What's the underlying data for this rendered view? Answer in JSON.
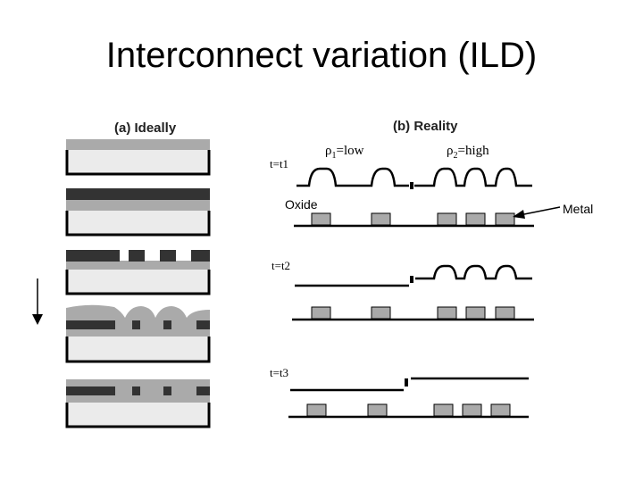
{
  "slide": {
    "title": "Interconnect variation (ILD)"
  },
  "panel_a": {
    "heading": "(a) Ideally"
  },
  "panel_b": {
    "heading": "(b) Reality",
    "rho1_symbol": "ρ",
    "rho1_sub": "1",
    "rho1_value": "=low",
    "rho2_symbol": "ρ",
    "rho2_sub": "2",
    "rho2_value": "=high",
    "oxide_label": "Oxide",
    "metal_label": "Metal",
    "t1_label": "t=t1",
    "t2_label": "t=t2",
    "t3_label": "t=t3"
  },
  "colors": {
    "oxide_gray": "#aaaaaa",
    "metal_dark": "#333333",
    "substrate": "#ebebeb",
    "line": "#000000"
  }
}
